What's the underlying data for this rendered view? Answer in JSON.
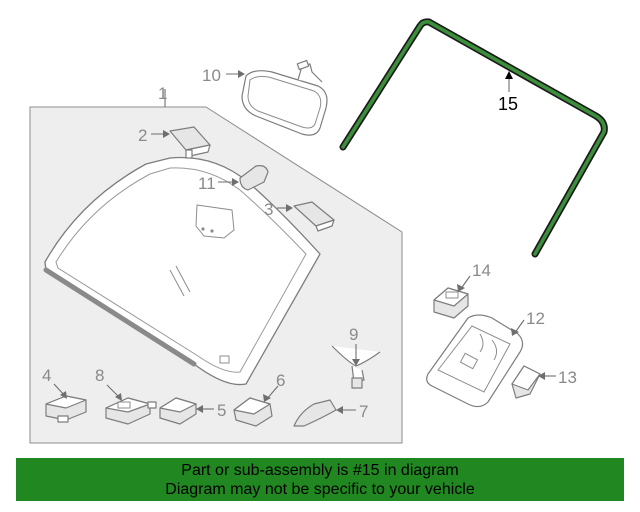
{
  "callouts": {
    "c1": "1",
    "c2": "2",
    "c3": "3",
    "c4": "4",
    "c5": "5",
    "c6": "6",
    "c7": "7",
    "c8": "8",
    "c9": "9",
    "c10": "10",
    "c11": "11",
    "c12": "12",
    "c13": "13",
    "c14": "14",
    "c15": "15"
  },
  "highlight_part": "15",
  "colors": {
    "banner": "#218721",
    "highlight_outline": "#1f6b1f",
    "callout_gray": "#8a8a8a"
  },
  "banner": {
    "line1": "Part or sub-assembly is #15 in diagram",
    "line2": "Diagram may not be specific to your vehicle"
  }
}
